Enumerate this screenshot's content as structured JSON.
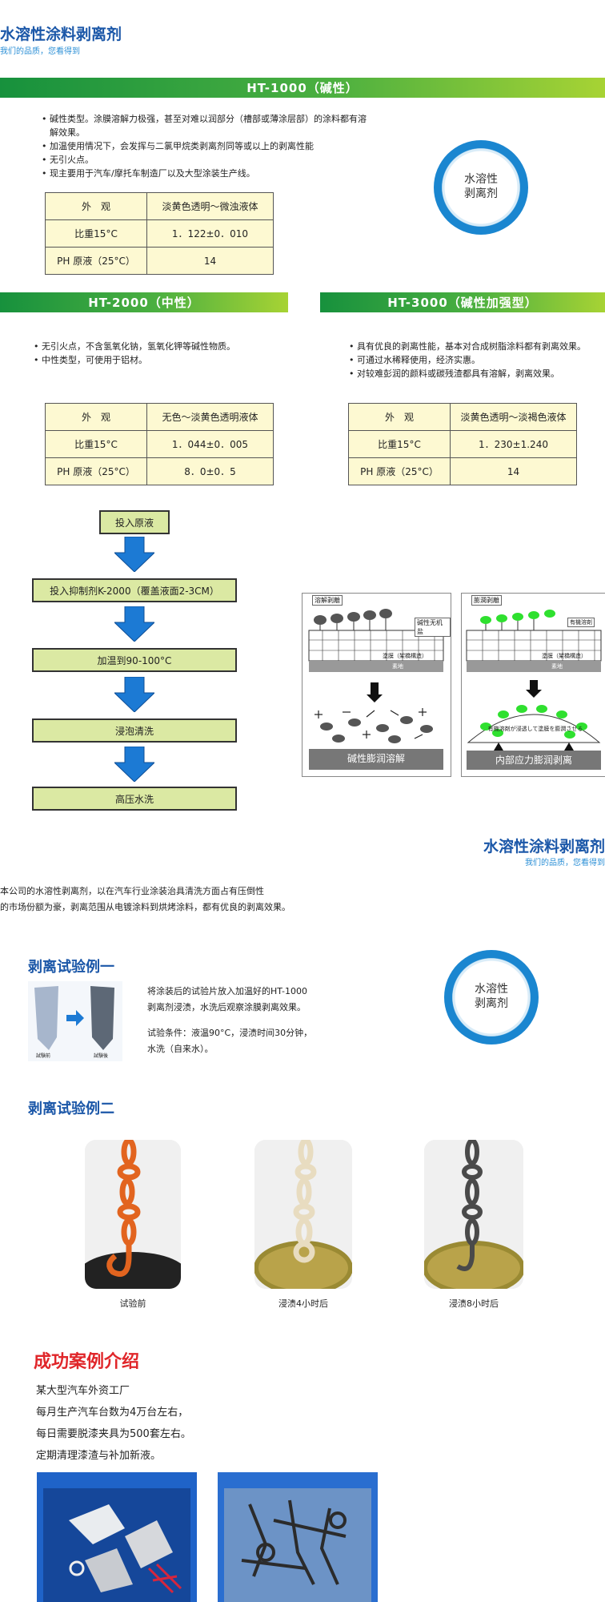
{
  "header": {
    "title": "水溶性涂料剥离剂",
    "subtitle": "我们的品质，您看得到"
  },
  "ht1000": {
    "bar": "HT-1000（碱性）",
    "bullets": [
      "碱性类型。涂膜溶解力极强，甚至对难以润部分（槽部或薄涂层部）的涂料都有溶解效果。",
      "加温使用情况下，会发挥与二氯甲烷类剥离剂同等或以上的剥离性能",
      "无引火点。",
      "现主要用于汽车/摩托车制造厂以及大型涂装生产线。"
    ],
    "table": [
      [
        "外　观",
        "淡黄色透明～微浊液体"
      ],
      [
        "比重15°C",
        "1．122±0．010"
      ],
      [
        "PH 原液（25°C）",
        "14"
      ]
    ]
  },
  "badge": {
    "line1": "水溶性",
    "line2": "剥离剂"
  },
  "ht2000": {
    "bar": "HT-2000（中性）",
    "bullets": [
      "无引火点，不含氢氧化钠，氢氧化钾等碱性物质。",
      "中性类型，可使用于铝材。"
    ],
    "table": [
      [
        "外　观",
        "无色～淡黄色透明液体"
      ],
      [
        "比重15°C",
        "1．044±0．005"
      ],
      [
        "PH 原液（25°C）",
        "8．0±0．5"
      ]
    ]
  },
  "ht3000": {
    "bar": "HT-3000（碱性加强型）",
    "bullets": [
      "具有优良的剥离性能，基本对合成树脂涂料都有剥离效果。",
      "可通过水稀释使用，经济实惠。",
      "对较难彭润的颜料或碳残渣都具有溶解，剥离效果。"
    ],
    "table": [
      [
        "外　观",
        "淡黄色透明～淡褐色液体"
      ],
      [
        "比重15°C",
        "1．230±1.240"
      ],
      [
        "PH 原液（25°C）",
        "14"
      ]
    ]
  },
  "flow": {
    "steps": [
      "投入原液",
      "投入抑制剂K-2000（覆盖液面2-3CM）",
      "加温到90-100°C",
      "浸泡清洗",
      "高压水洗"
    ]
  },
  "diagram1": {
    "tag": "溶解剥離",
    "label": "碱性无机盐",
    "layer": "塗膜（架橋構造）",
    "base": "素地",
    "caption": "碱性膨润溶解"
  },
  "diagram2": {
    "tag": "膨潤剥離",
    "label": "有機溶剤",
    "layer": "塗膜（架橋構造）",
    "base": "素地",
    "note": "有機溶剤が浸透して塗膜を膨潤させる",
    "caption": "内部应力膨润剥离"
  },
  "header2": {
    "title": "水溶性涂料剥离剂",
    "subtitle": "我们的品质，您看得到"
  },
  "intro": [
    "本公司的水溶性剥离剂，以在汽车行业涂装治具清洗方面占有压倒性",
    "的市场份额为豪，剥离范围从电镀涂料到烘烤涂料，都有优良的剥离效果。"
  ],
  "test1": {
    "title": "剥离试验例一",
    "lines": [
      "将涂装后的试验片放入加温好的HT-1000",
      "剥离剂浸渍，水洗后观察涂膜剥离效果。"
    ],
    "cond": [
      "试验条件：液温90°C，浸渍时间30分钟，",
      "水洗（自来水）。"
    ],
    "thumb_before": "試験前",
    "thumb_after": "試験後"
  },
  "test2": {
    "title": "剥离试验例二",
    "captions": [
      "试验前",
      "浸渍4小时后",
      "浸渍8小时后"
    ]
  },
  "cases": {
    "title": "成功案例介绍",
    "lines": [
      "某大型汽车外资工厂",
      "每月生产汽车台数为4万台左右，",
      "每日需要脱漆夹具为500套左右。",
      "定期清理漆渣与补加新液。"
    ]
  },
  "colors": {
    "brand_blue": "#1b57a8",
    "green_bar": "#4cb040",
    "cases_red": "#e0262a",
    "table_bg": "#fdf9d2",
    "flow_box": "#dbe9a3",
    "arrow_blue": "#1c7ad4"
  }
}
